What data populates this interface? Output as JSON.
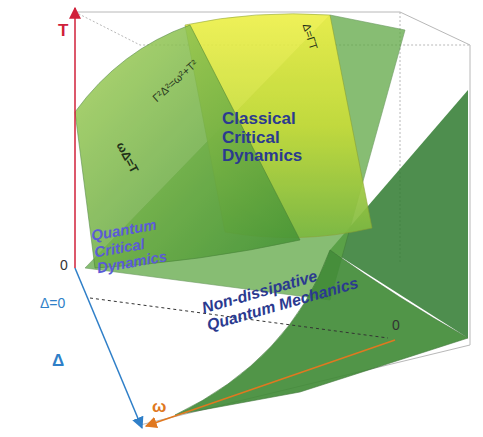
{
  "diagram": {
    "labels": [
      "T",
      "0",
      "Δ=0",
      "Δ",
      "ω",
      "0",
      "Γ²Δ²=ω²+T²",
      "Δ=ΓT",
      "Classical Critical Dynamics",
      "ωΔ=T",
      "Quantum Critical Dynamics",
      "Non-dissipative Quantum Mechanics"
    ]
  }
}
